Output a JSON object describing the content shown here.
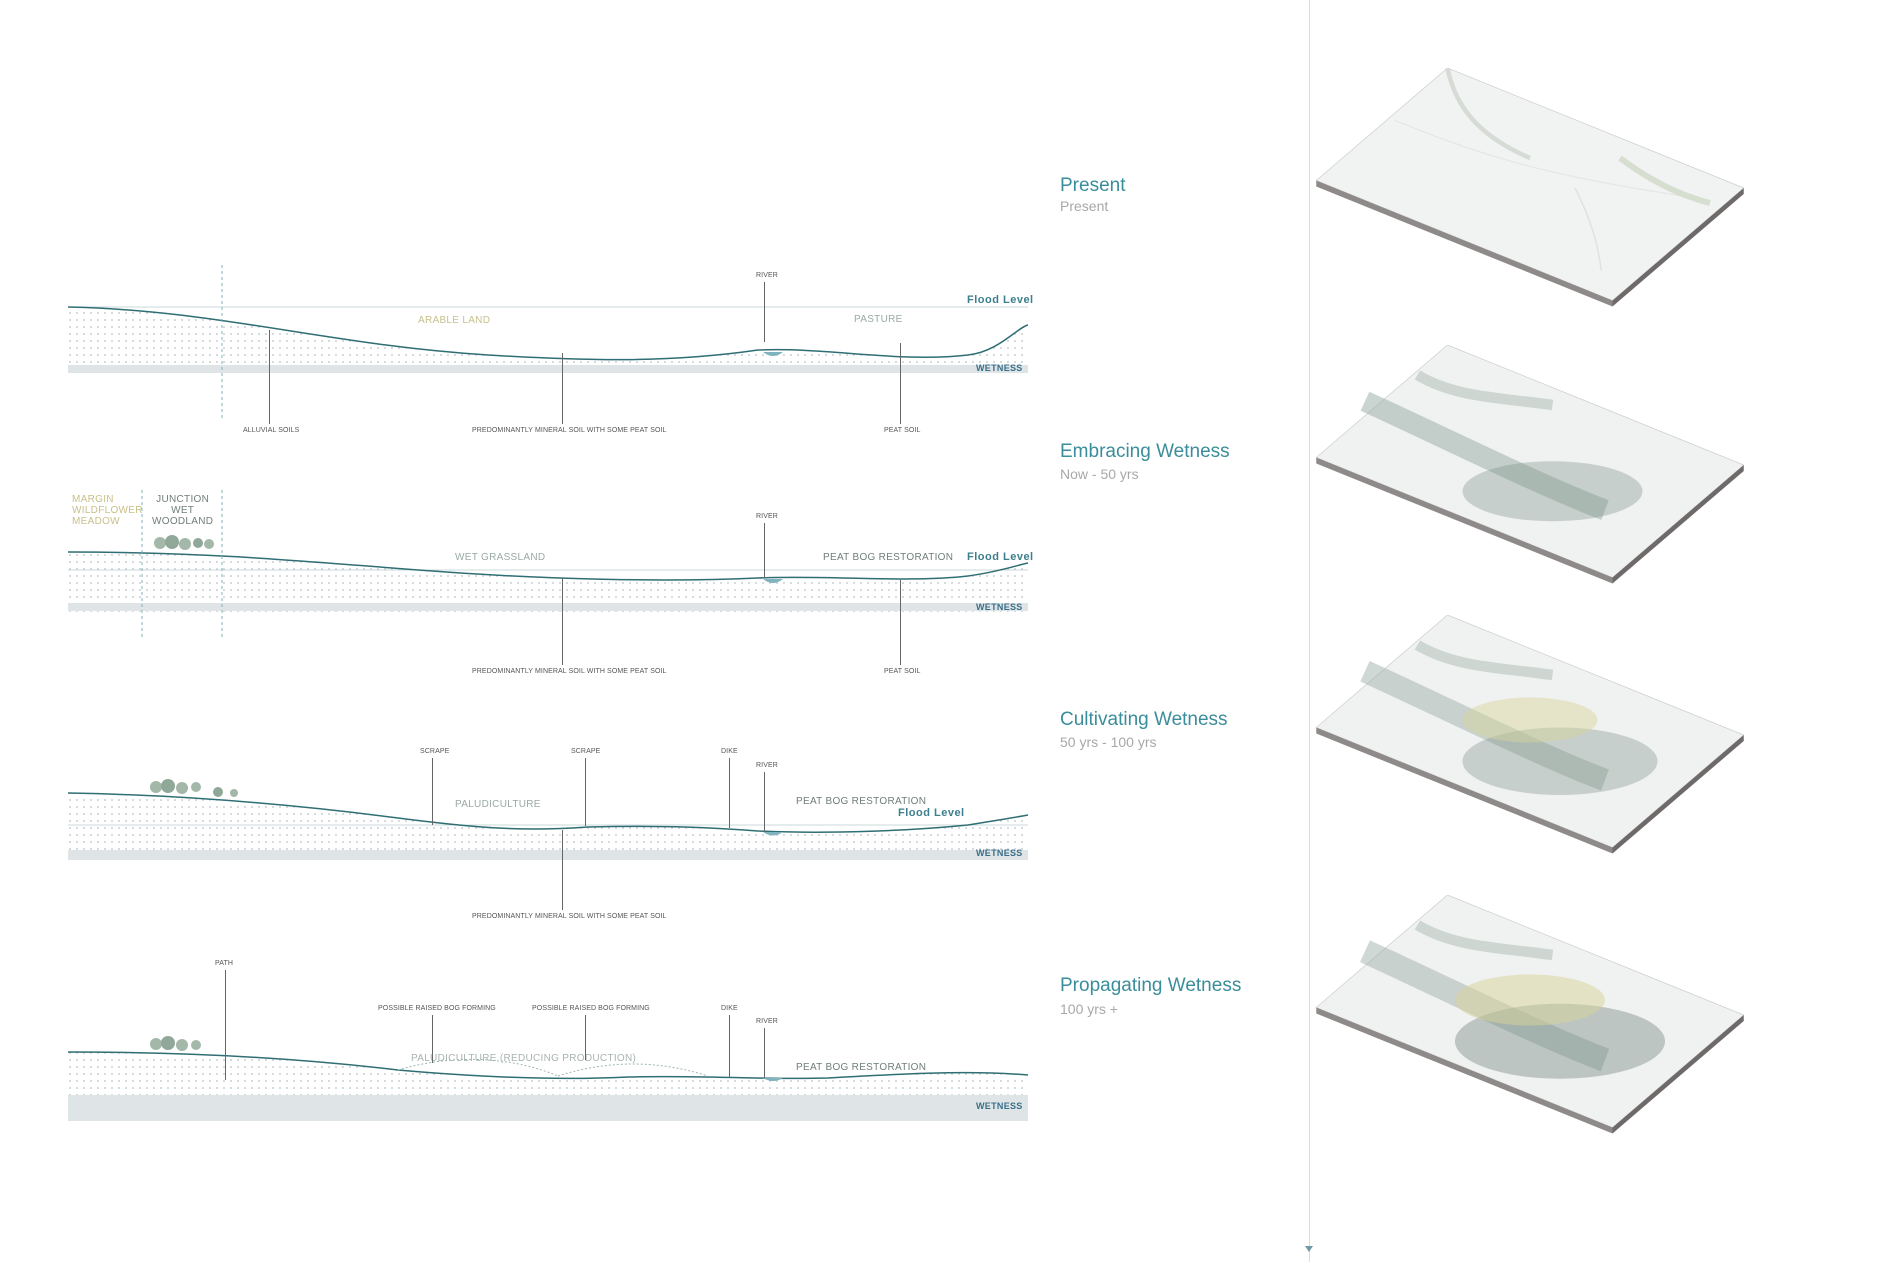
{
  "sections": [
    {
      "labels": {
        "river": "RIVER",
        "arable": "ARABLE LAND",
        "pasture": "PASTURE",
        "flood": "Flood Level",
        "wetness": "WETNESS",
        "alluvial": "ALLUVIAL SOILS",
        "mineral": "PREDOMINANTLY MINERAL SOIL WITH SOME PEAT SOIL",
        "peat": "PEAT SOIL"
      }
    },
    {
      "labels": {
        "margin": "MARGIN\nWILDFLOWER\nMEADOW",
        "junction": "JUNCTION\nWET\nWOODLAND",
        "river": "RIVER",
        "grassland": "WET GRASSLAND",
        "peatbog": "PEAT BOG RESTORATION",
        "flood": "Flood Level",
        "wetness": "WETNESS",
        "mineral": "PREDOMINANTLY MINERAL SOIL WITH SOME PEAT SOIL",
        "peat": "PEAT SOIL"
      }
    },
    {
      "labels": {
        "scrape1": "SCRAPE",
        "scrape2": "SCRAPE",
        "dike": "DIKE",
        "river": "RIVER",
        "paludiculture": "PALUDICULTURE",
        "peatbog": "PEAT BOG RESTORATION",
        "flood": "Flood Level",
        "wetness": "WETNESS",
        "mineral": "PREDOMINANTLY MINERAL SOIL WITH SOME PEAT SOIL"
      }
    },
    {
      "labels": {
        "path": "PATH",
        "bog1": "POSSIBLE RAISED BOG FORMING",
        "bog2": "POSSIBLE RAISED BOG FORMING",
        "dike": "DIKE",
        "river": "RIVER",
        "paludiculture": "PALUDICULTURE  (REDUCING PRODUCTION)",
        "peatbog": "PEAT BOG RESTORATION",
        "wetness": "WETNESS"
      }
    }
  ],
  "stages": [
    {
      "title": "Present",
      "subtitle": "Present"
    },
    {
      "title": "Embracing Wetness",
      "subtitle": "Now - 50 yrs"
    },
    {
      "title": "Cultivating Wetness",
      "subtitle": "50 yrs - 100 yrs"
    },
    {
      "title": "Propagating Wetness",
      "subtitle": "100 yrs +"
    }
  ],
  "colors": {
    "accent": "#3a8d9a",
    "ground": "#2f6e73",
    "arable": "#d9d27a",
    "water": "#7fb3bd"
  }
}
